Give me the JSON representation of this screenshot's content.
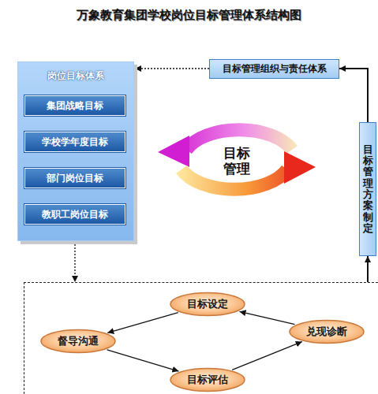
{
  "diagram": {
    "title": "万象教育集团学校岗位目标管理体系结构图",
    "nodes": [
      {
        "text": [
          "岗位目标体系"
        ]
      },
      {
        "text": [
          "集团战略目标"
        ],
        "in": 0
      },
      {
        "text": [
          "学校学年度目标"
        ],
        "in": 0
      },
      {
        "text": [
          "部门岗位目标"
        ],
        "in": 0
      },
      {
        "text": [
          "教职工岗位目标"
        ],
        "in": 0
      },
      {
        "text": [
          "目标管理组织与责任体系"
        ]
      },
      {
        "text": [
          "目标管理方案制定"
        ]
      },
      {
        "text": []
      },
      {
        "text": [
          "目标设定"
        ],
        "in": 7
      },
      {
        "text": [
          "督导沟通"
        ],
        "in": 7
      },
      {
        "text": [
          "兑现诊断"
        ],
        "in": 7
      },
      {
        "text": [
          "目标评估"
        ],
        "in": 7
      }
    ],
    "edges": [
      {
        "from": 1,
        "to": 2,
        "arrow": "to"
      },
      {
        "from": 2,
        "to": 3,
        "arrow": "to"
      },
      {
        "from": 3,
        "to": 4,
        "arrow": "to"
      },
      {
        "from": 5,
        "to": 0,
        "arrow": "to"
      },
      {
        "from": 6,
        "to": 5,
        "arrow": "to"
      },
      {
        "from": 0,
        "to": 7,
        "arrow": "to"
      },
      {
        "from": 7,
        "to": 6,
        "arrow": "to"
      },
      {
        "from": 8,
        "to": 9,
        "arrow": "to"
      },
      {
        "from": 9,
        "to": 11,
        "arrow": "to"
      },
      {
        "from": 11,
        "to": 10,
        "arrow": "to"
      },
      {
        "from": 10,
        "to": 8,
        "arrow": "to"
      }
    ],
    "labels": [
      "目标 管理"
    ]
  }
}
